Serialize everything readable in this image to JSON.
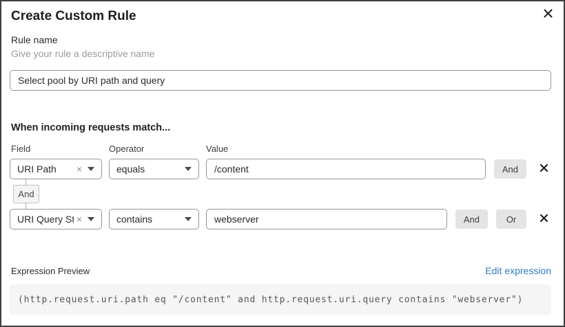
{
  "dialog": {
    "title": "Create Custom Rule"
  },
  "rule_name": {
    "label": "Rule name",
    "helper": "Give your rule a descriptive name",
    "value": "Select pool by URI path and query"
  },
  "match_section": {
    "heading": "When incoming requests match...",
    "columns": {
      "field": "Field",
      "operator": "Operator",
      "value": "Value"
    },
    "connector_label": "And",
    "rows": [
      {
        "field": "URI Path",
        "operator": "equals",
        "value": "/content",
        "and_label": "And"
      },
      {
        "field": "URI Query St...",
        "operator": "contains",
        "value": "webserver",
        "and_label": "And",
        "or_label": "Or"
      }
    ]
  },
  "expression": {
    "label": "Expression Preview",
    "edit_link": "Edit expression",
    "code": "(http.request.uri.path eq \"/content\" and http.request.uri.query contains \"webserver\")"
  },
  "icons": {
    "clear": "×"
  },
  "colors": {
    "link_blue": "#2f7bbe",
    "button_gray": "#e4e4e4",
    "code_background": "#f5f5f5",
    "input_border": "#969696"
  }
}
